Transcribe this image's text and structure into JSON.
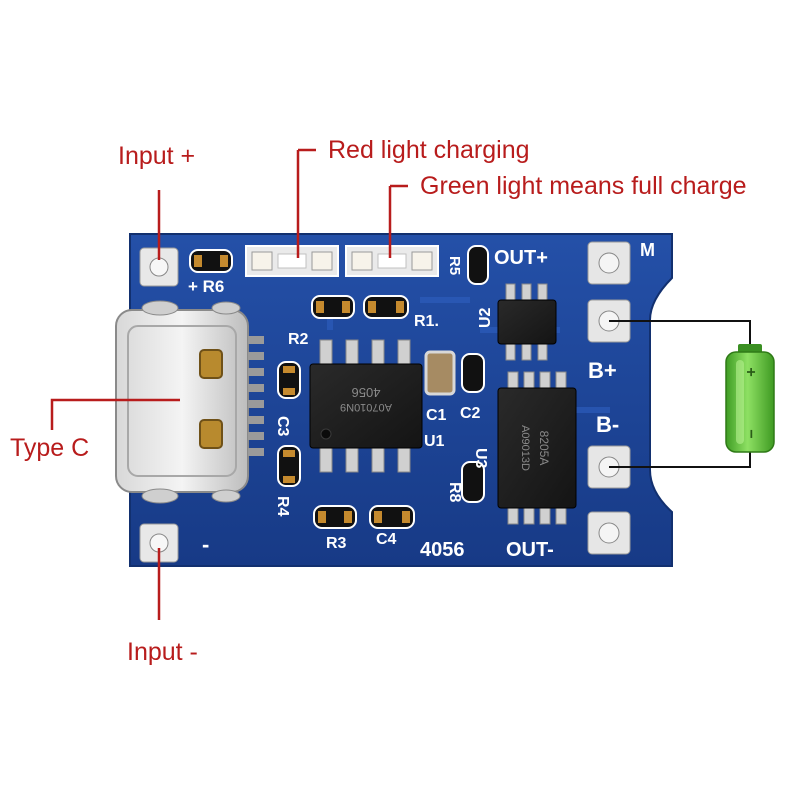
{
  "callouts": {
    "input_plus": "Input +",
    "input_minus": "Input -",
    "type_c": "Type C",
    "red_light": "Red light charging",
    "green_light": "Green light means full charge"
  },
  "silkscreen": {
    "plus_r6": "+ R6",
    "out_plus": "OUT+",
    "out_minus": "OUT-",
    "b_plus": "B+",
    "b_minus": "B-",
    "m": "M",
    "minus": "-",
    "r1": "R1.",
    "r2": "R2",
    "r3": "R3",
    "r4": "R4",
    "r5": "R5",
    "c1": "C1",
    "c2": "C2",
    "c3": "C3",
    "c4": "C4",
    "u1": "U1",
    "u2": "U2",
    "u3": "U3",
    "r8": "R8",
    "board_id": "4056",
    "chip_u1_line1": "4056",
    "chip_u1_line2": "A07010N9",
    "chip_u3": "8205A",
    "chip_u3_line2": "A09013D"
  },
  "battery": {
    "plus": "+",
    "minus": "−"
  },
  "colors": {
    "pcb": "#1f3f93",
    "callout": "#b81c1c",
    "battery": "#5cc23a"
  }
}
